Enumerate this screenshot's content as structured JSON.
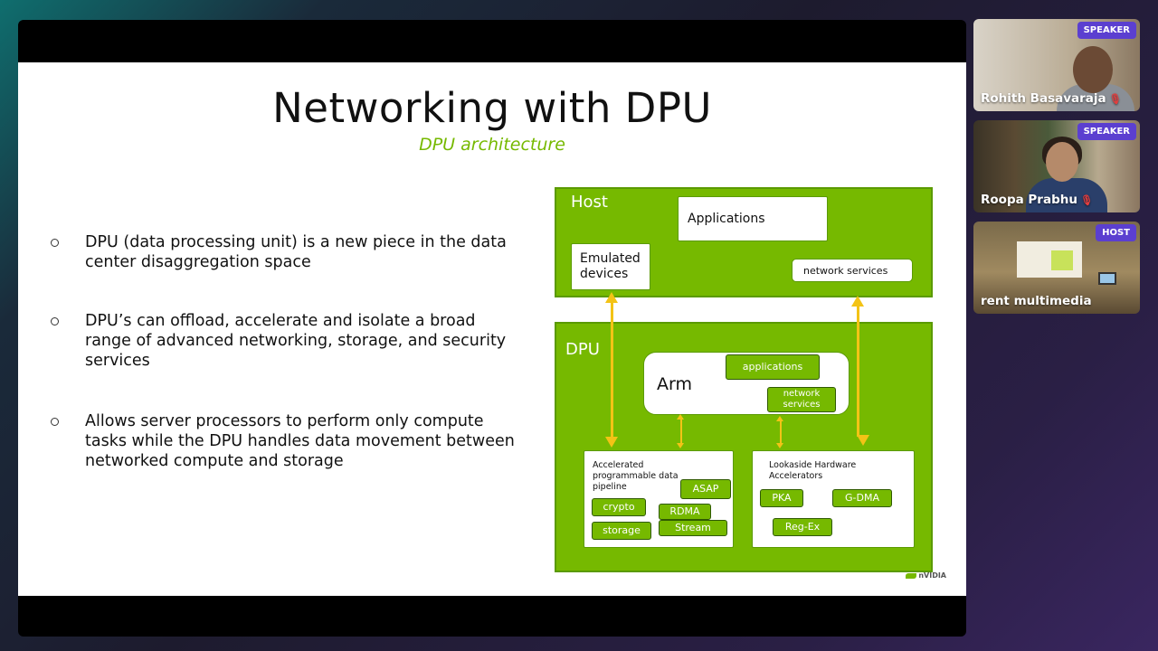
{
  "slide": {
    "title": "Networking with DPU",
    "subtitle": "DPU architecture",
    "bullets": [
      "DPU (data processing unit) is a new piece in the data center disaggregation space",
      "DPU’s can offload, accelerate and isolate a broad range of advanced networking, storage, and security services",
      "Allows server processors to perform only compute tasks while the DPU handles data movement between networked compute and storage"
    ],
    "diagram": {
      "host_label": "Host",
      "applications": "Applications",
      "emulated_devices": "Emulated devices",
      "network_services": "network services",
      "dpu_label": "DPU",
      "arm_label": "Arm",
      "arm_applications": "applications",
      "arm_network_services": "network services",
      "pipeline_label": "Accelerated programmable data pipeline",
      "chips_pipeline": [
        "ASAP",
        "crypto",
        "RDMA",
        "storage",
        "Stream"
      ],
      "lookaside_label": "Lookaside Hardware Accelerators",
      "chips_lookaside": [
        "PKA",
        "G-DMA",
        "Reg-Ex"
      ],
      "vendor": "nVIDIA"
    }
  },
  "participants": [
    {
      "name": "Rohith Basavaraja",
      "role": "SPEAKER",
      "muted": true
    },
    {
      "name": "Roopa Prabhu",
      "role": "SPEAKER",
      "muted": true
    },
    {
      "name": "rent multimedia",
      "role": "HOST",
      "muted": false
    }
  ],
  "colors": {
    "nvidia_green": "#76b900",
    "arrow_yellow": "#f3c316",
    "badge_purple": "#5b3fd0"
  }
}
